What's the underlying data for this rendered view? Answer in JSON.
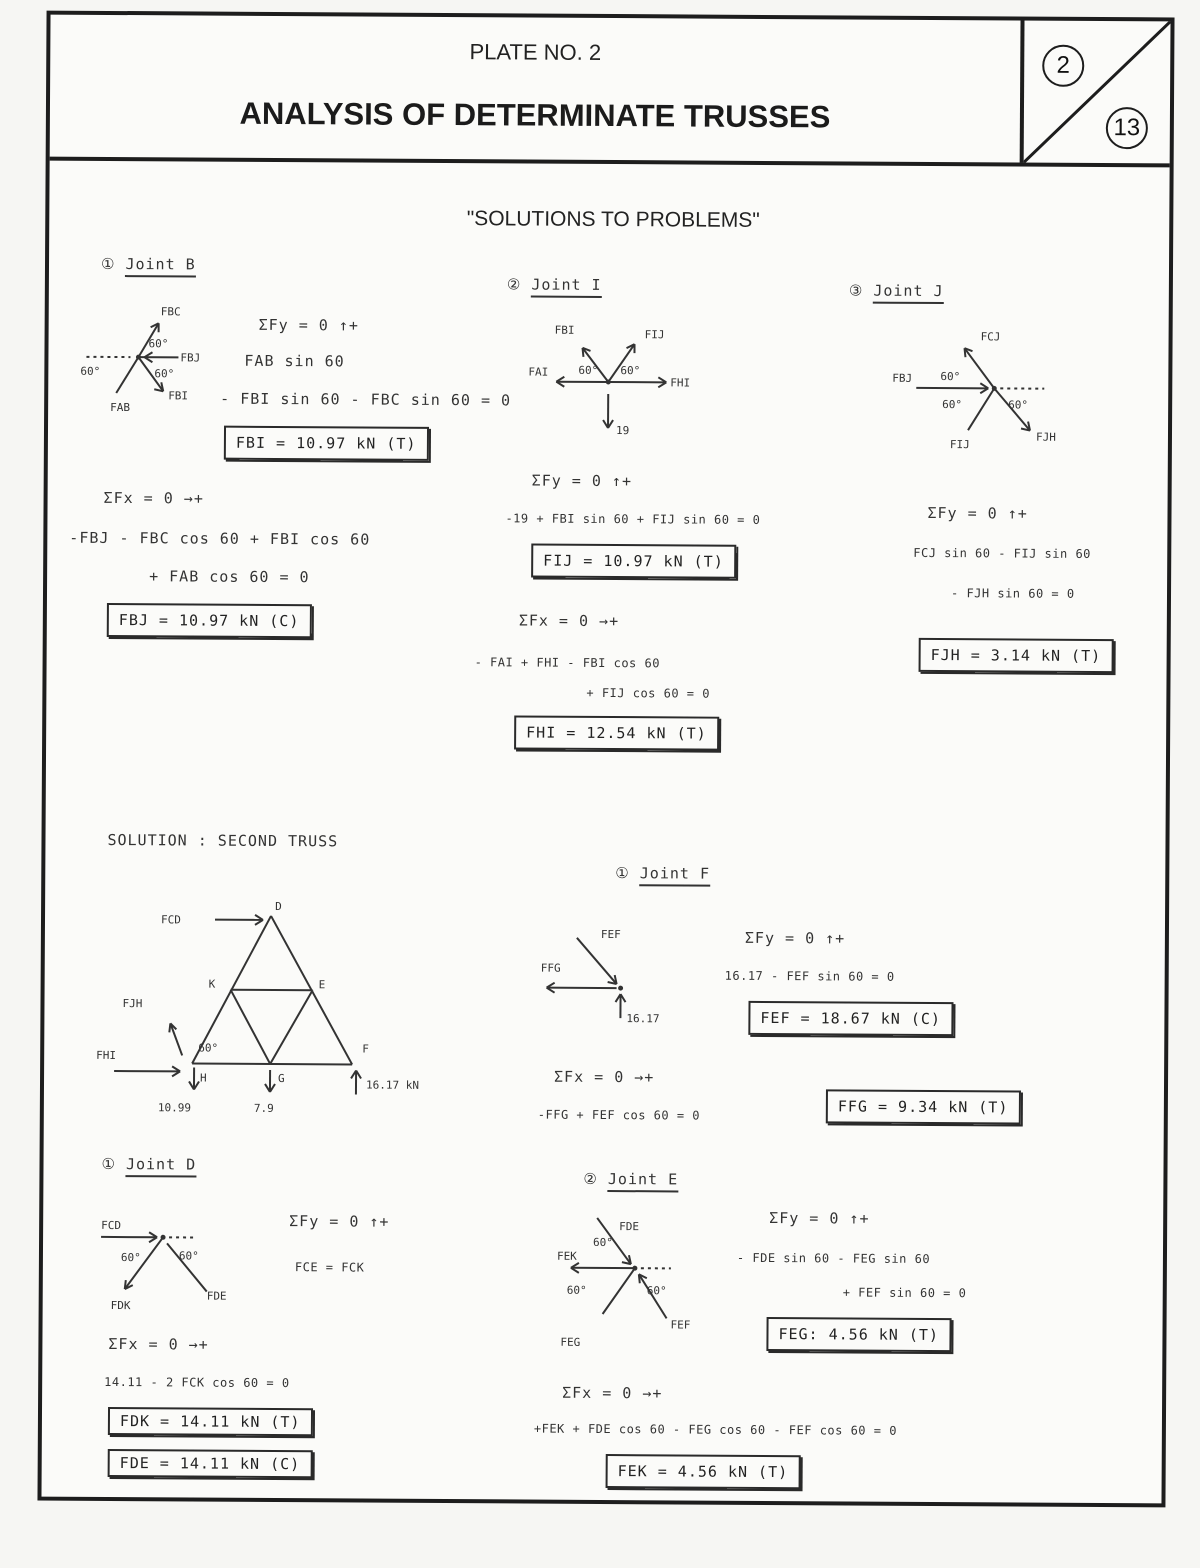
{
  "header": {
    "plate_no": "PLATE NO. 2",
    "title": "ANALYSIS OF DETERMINATE TRUSSES",
    "plate_number": "2",
    "total_plates": "13"
  },
  "subtitle": "\"SOLUTIONS TO PROBLEMS\"",
  "joint_b": {
    "heading": "Joint B",
    "labels": [
      "FBC",
      "FBJ",
      "FAB",
      "FBI",
      "60°",
      "60°",
      "60°"
    ],
    "eq_fy_head": "ΣFy = 0 ↑+",
    "eq_fy_1": "FAB sin 60",
    "eq_fy_2": "- FBI sin 60 - FBC sin 60 = 0",
    "result_fbi": "FBI = 10.97 kN (T)",
    "eq_fx_head": "ΣFx = 0 →+",
    "eq_fx_1": "-FBJ - FBC cos 60 + FBI cos 60",
    "eq_fx_2": "+ FAB cos 60 = 0",
    "result_fbj": "FBJ = 10.97 kN (C)"
  },
  "joint_i": {
    "heading": "Joint I",
    "labels": [
      "FBI",
      "FIJ",
      "FAI",
      "FHI",
      "19",
      "60°",
      "60°"
    ],
    "eq_fy_head": "ΣFy = 0 ↑+",
    "eq_fy_1": "-19 + FBI sin 60 + FIJ sin 60 = 0",
    "result_fij": "FIJ = 10.97 kN (T)",
    "eq_fx_head": "ΣFx = 0 →+",
    "eq_fx_1": "- FAI + FHI - FBI cos 60",
    "eq_fx_2": "+ FIJ cos 60 = 0",
    "result_fhi": "FHI = 12.54 kN (T)"
  },
  "joint_j": {
    "heading": "Joint J",
    "labels": [
      "FCJ",
      "FBJ",
      "FIJ",
      "FJH",
      "60°",
      "60°",
      "60°"
    ],
    "eq_fy_head": "ΣFy = 0 ↑+",
    "eq_fy_1": "FCJ sin 60 - FIJ sin 60",
    "eq_fy_2": "- FJH sin 60 = 0",
    "result_fjh": "FJH = 3.14 kN (T)"
  },
  "second_truss": {
    "heading": "SOLUTION : SECOND TRUSS",
    "labels": {
      "fcd": "FCD",
      "fjh": "FJH",
      "fhi": "FHI",
      "d": "D",
      "k": "K",
      "e": "E",
      "h": "H",
      "g": "G",
      "f": "F",
      "angle": "60°",
      "load_h": "10.99",
      "load_g": "7.9",
      "reaction_f": "16.17 kN"
    }
  },
  "joint_f": {
    "heading": "Joint F",
    "labels": [
      "FEF",
      "FFG",
      "16.17"
    ],
    "eq_fy_head": "ΣFy = 0 ↑+",
    "eq_fy_1": "16.17 - FEF sin 60 = 0",
    "result_fef": "FEF = 18.67 kN (C)",
    "eq_fx_head": "ΣFx = 0 →+",
    "eq_fx_1": "-FFG + FEF cos 60 = 0",
    "result_ffg": "FFG = 9.34 kN (T)"
  },
  "joint_d": {
    "heading": "Joint D",
    "labels": [
      "FCD",
      "FDK",
      "FDE",
      "60°",
      "60°"
    ],
    "eq_fy_head": "ΣFy = 0 ↑+",
    "eq_fy_1": "FCE = FCK",
    "eq_fx_head": "ΣFx = 0 →+",
    "eq_fx_1": "14.11 - 2 FCK cos 60 = 0",
    "result_fdk": "FDK = 14.11 kN (T)",
    "result_fde": "FDE = 14.11 kN (C)"
  },
  "joint_e": {
    "heading": "Joint E",
    "labels": [
      "FDE",
      "FEK",
      "FEG",
      "FEF",
      "60°",
      "60°",
      "60°"
    ],
    "eq_fy_head": "ΣFy = 0 ↑+",
    "eq_fy_1": "- FDE sin 60 - FEG sin 60",
    "eq_fy_2": "+ FEF sin 60 = 0",
    "result_feg": "FEG: 4.56 kN (T)",
    "eq_fx_head": "ΣFx = 0 →+",
    "eq_fx_1": "+FEK + FDE cos 60 - FEG cos 60 - FEF cos 60 = 0",
    "result_fek": "FEK = 4.56 kN (T)"
  }
}
